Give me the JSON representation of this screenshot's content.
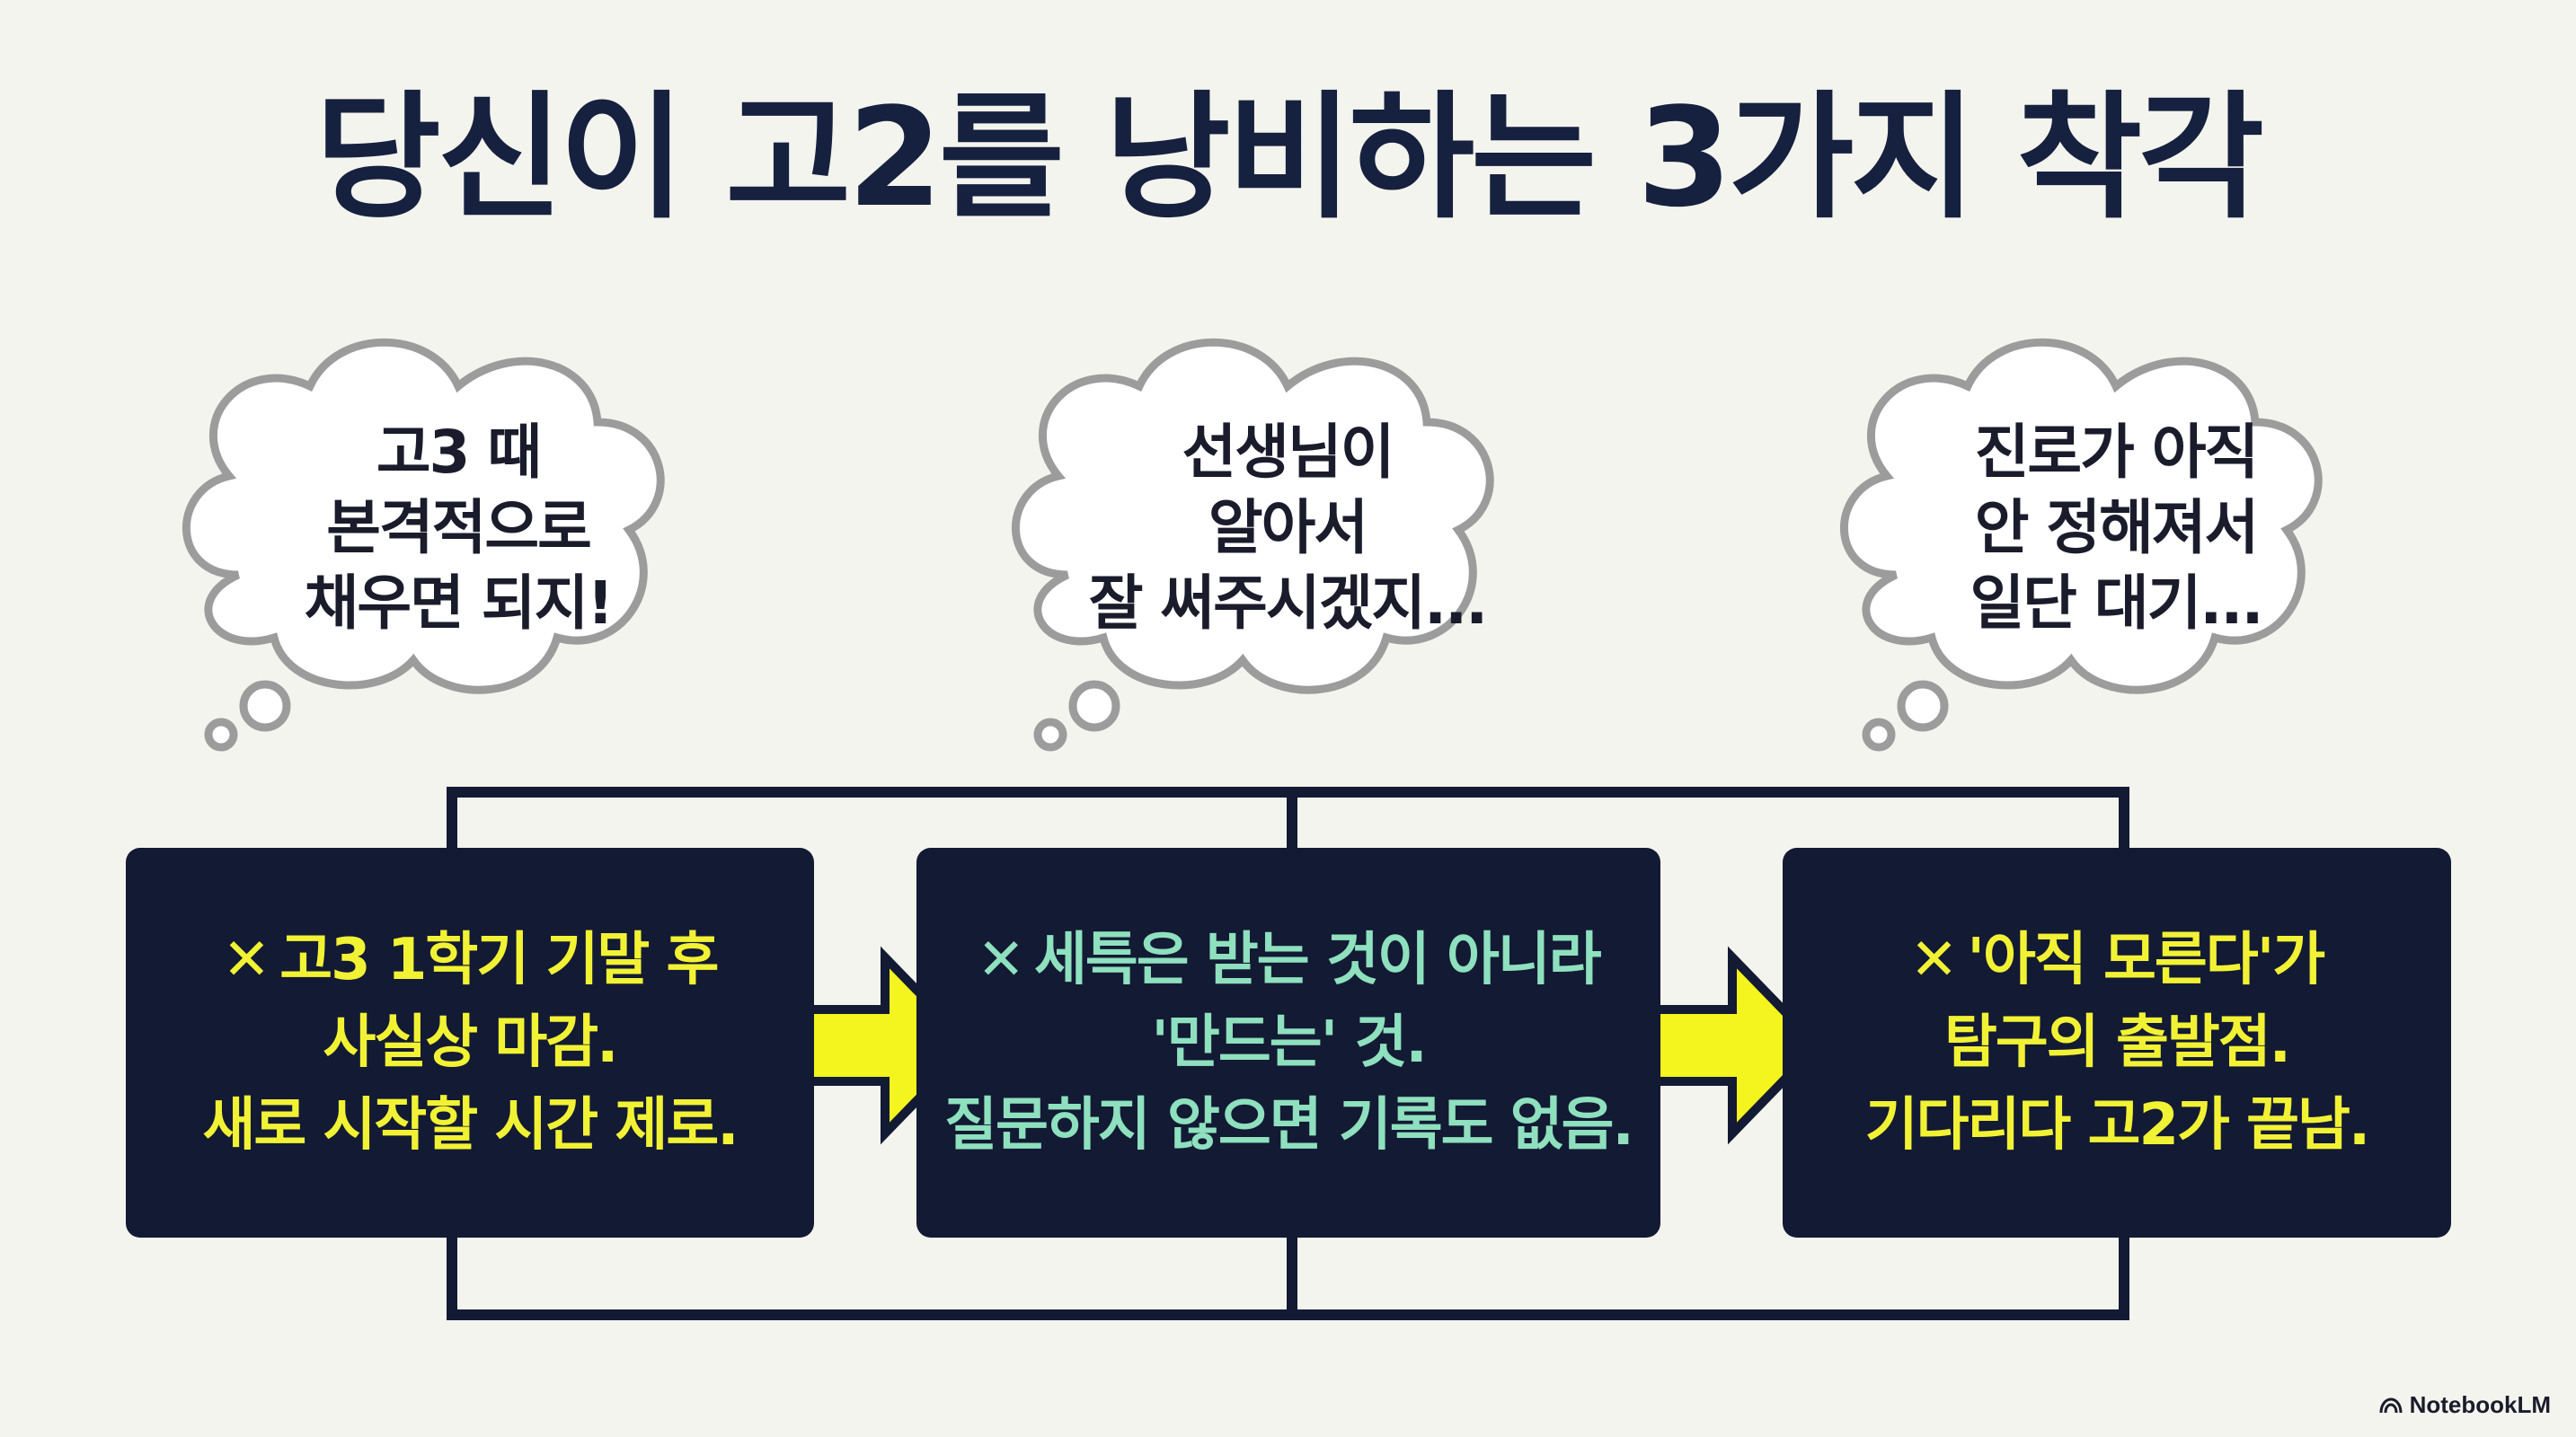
{
  "title": "당신이 고2를 낭비하는 3가지 착각",
  "bubbles": [
    {
      "lines": [
        "고3 때",
        "본격적으로",
        "채우면 되지!"
      ]
    },
    {
      "lines": [
        "선생님이",
        "알아서",
        "잘 써주시겠지..."
      ]
    },
    {
      "lines": [
        "진로가 아직",
        "안 정해져서",
        "일단 대기..."
      ]
    }
  ],
  "boxes": [
    {
      "mark": "✕",
      "lines": [
        "고3 1학기 기말 후",
        "사실상 마감.",
        "새로 시작할 시간 제로."
      ],
      "color": "#f2f235"
    },
    {
      "mark": "✕",
      "lines": [
        "세특은 받는 것이 아니라",
        "'만드는' 것.",
        "질문하지 않으면 기록도 없음."
      ],
      "color": "#8ee0be"
    },
    {
      "mark": "✕",
      "lines": [
        "'아직 모른다'가",
        "탐구의 출발점.",
        "기다리다 고2가 끝남."
      ],
      "color": "#f2f235"
    }
  ],
  "colors": {
    "navy": "#131a34",
    "arrow_fill": "#f4f41e",
    "bubble_stroke": "#9c9c9c",
    "background": "#f4f4ee"
  },
  "logo": {
    "text": "NotebookLM",
    "icon": "notebooklm-logo-icon"
  }
}
